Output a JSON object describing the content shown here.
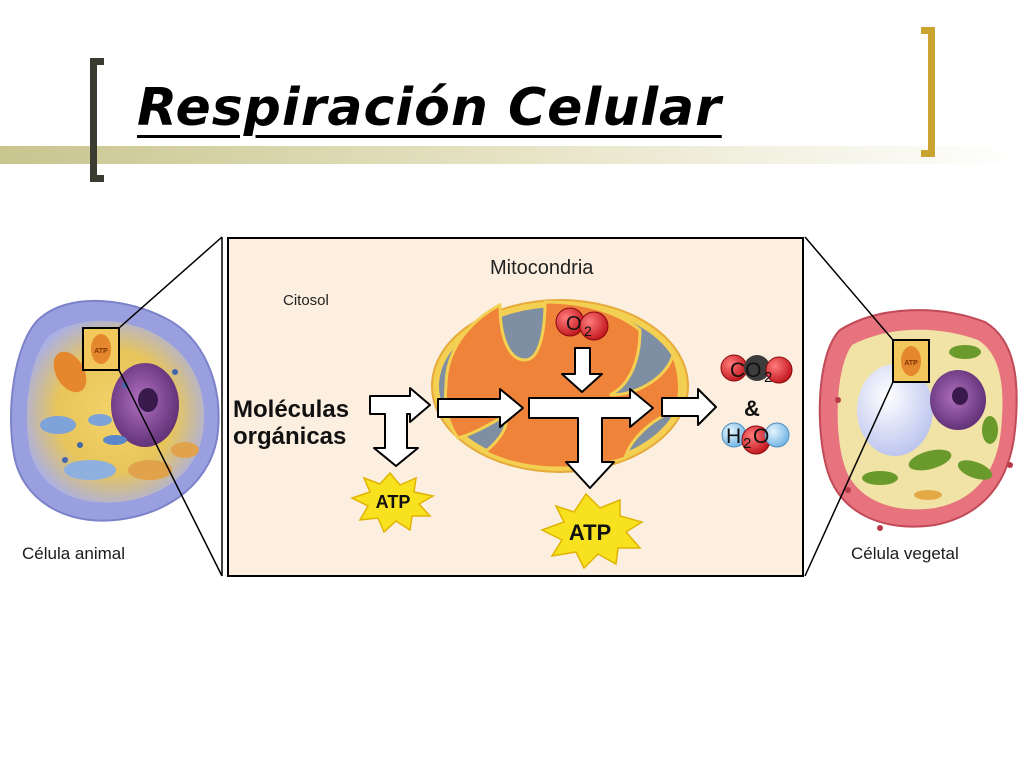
{
  "slide": {
    "title": "Respiración Celular"
  },
  "diagram": {
    "mitochondria_label": "Mitocondria",
    "cytosol_label": "Citosol",
    "input_label_line1": "Moléculas",
    "input_label_line2": "orgánicas",
    "oxygen_main": "O",
    "oxygen_sub": "2",
    "co2_main": "CO",
    "co2_sub": "2",
    "ampersand": "&",
    "water_h": "H",
    "water_sub": "2",
    "water_o": "O",
    "atp_small": "ATP",
    "atp_large": "ATP",
    "animal_cell_label": "Célula animal",
    "plant_cell_label": "Célula vegetal",
    "animal_inset_label": "ATP",
    "plant_inset_label": "ATP"
  },
  "colors": {
    "bracket_dark": "#3b3b32",
    "bracket_gold": "#c9a431",
    "panel_bg": "#fcefe0",
    "mitochondria_fill": "#f0833a",
    "membrane": "#f3cf52",
    "atp_burst": "#f8e21f",
    "molecule_red": "#e0242b",
    "molecule_blue": "#9fcfee"
  }
}
